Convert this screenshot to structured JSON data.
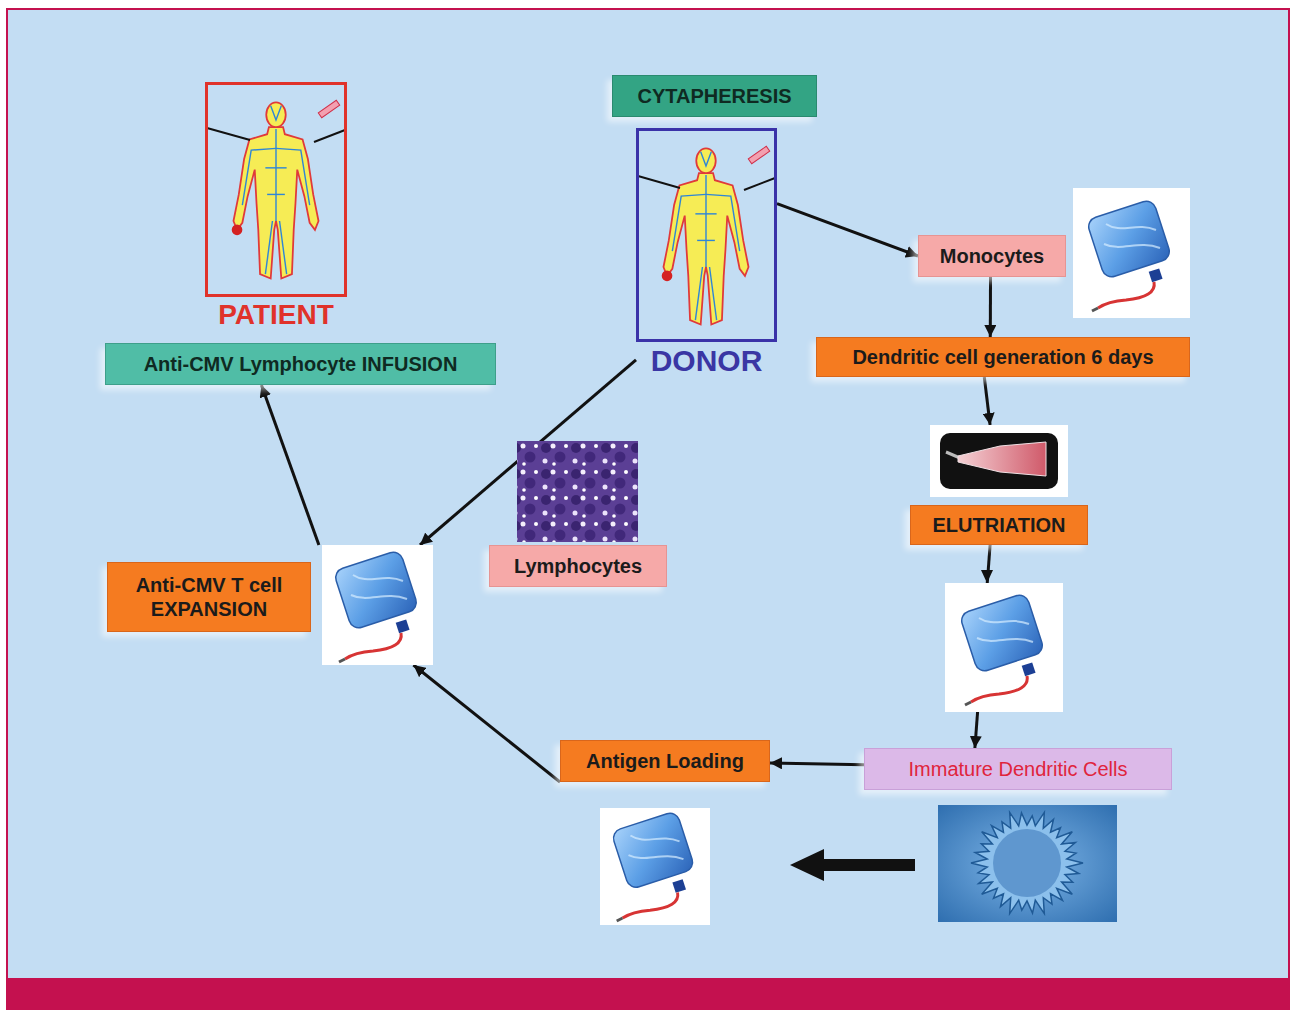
{
  "diagram": {
    "nodes": [
      {
        "text": [
          "PATIENT"
        ]
      },
      {
        "text": [
          "CYTAPHERESIS"
        ]
      },
      {
        "text": [
          "DONOR"
        ]
      },
      {
        "text": [
          "Monocytes"
        ]
      },
      {
        "text": [
          "Anti-CMV Lymphocyte INFUSION"
        ]
      },
      {
        "text": [
          "Dendritic cell generation 6 days"
        ]
      },
      {
        "text": [
          "ELUTRIATION"
        ]
      },
      {
        "text": [
          "Lymphocytes"
        ]
      },
      {
        "text": [
          "Anti-CMV T cell EXPANSION"
        ]
      },
      {
        "text": [
          "Antigen Loading"
        ]
      },
      {
        "text": [
          "Immature Dendritic Cells"
        ]
      }
    ],
    "edges": [
      {
        "from": 2,
        "to": 3,
        "arrow": "to"
      },
      {
        "from": 3,
        "to": 5,
        "arrow": "to"
      },
      {
        "from": 5,
        "to": 6,
        "arrow": "to"
      },
      {
        "from": 6,
        "to": 10,
        "arrow": "to"
      },
      {
        "from": 10,
        "to": 9,
        "arrow": "to"
      },
      {
        "from": 9,
        "to": 8,
        "arrow": "to"
      },
      {
        "from": 2,
        "to": 8,
        "arrow": "to"
      },
      {
        "from": 8,
        "to": 4,
        "arrow": "to"
      }
    ]
  }
}
